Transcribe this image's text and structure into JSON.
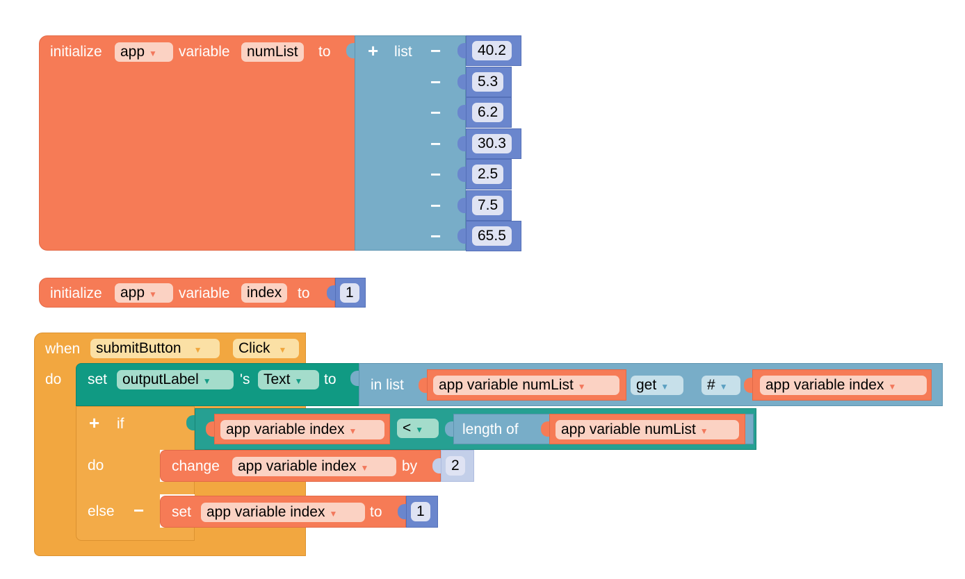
{
  "colors": {
    "variable_orange": "#f67b56",
    "list_blue": "#78adc8",
    "math_blue": "#6a86cd",
    "event_yellow": "#f2a740",
    "component_teal": "#109a83",
    "compare_teal": "#26a092",
    "control_yellow": "#f3ab48"
  },
  "init_numlist": {
    "initialize": "initialize",
    "scope": "app",
    "variable": "variable",
    "name": "numList",
    "to": "to",
    "list_plus": "+",
    "list_label": "list",
    "minus": "−",
    "items": [
      "40.2",
      "5.3",
      "6.2",
      "30.3",
      "2.5",
      "7.5",
      "65.5"
    ]
  },
  "init_index": {
    "initialize": "initialize",
    "scope": "app",
    "variable": "variable",
    "name": "index",
    "to": "to",
    "value": "1"
  },
  "event": {
    "when": "when",
    "component": "submitButton",
    "event_name": "Click",
    "do": "do",
    "set_text": {
      "set": "set",
      "component": "outputLabel",
      "possessive": "'s",
      "property": "Text",
      "to": "to",
      "in_list": "in list",
      "list_var": "app variable numList",
      "get": "get",
      "hash": "#",
      "index_var": "app variable index"
    },
    "if_block": {
      "plus": "+",
      "if": "if",
      "left_var": "app variable index",
      "op": "<",
      "length_of": "length of",
      "right_var": "app variable numList",
      "do": "do",
      "change": "change",
      "change_var": "app variable index",
      "by": "by",
      "by_value": "2",
      "else": "else",
      "else_minus": "−",
      "set": "set",
      "set_var": "app variable index",
      "to": "to",
      "set_value": "1"
    }
  }
}
